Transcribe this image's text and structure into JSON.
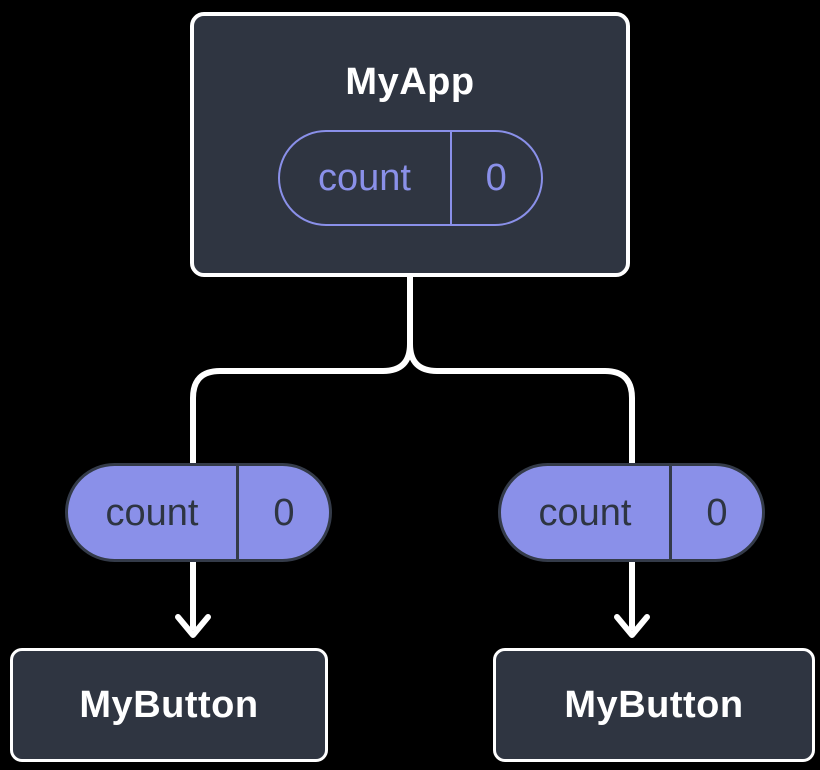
{
  "diagram": {
    "description": "component-tree-state-sharing-diagram",
    "background": "#000000",
    "colors": {
      "node_fill": "#2F3541",
      "node_border": "#FFFFFF",
      "connector_line": "#FFFFFF",
      "accent_purple": "#8A90E9",
      "pill_border_dark": "#343B49",
      "pill_text_dark": "#2E3542"
    },
    "root": {
      "title": "MyApp",
      "state": {
        "name": "count",
        "value": "0"
      }
    },
    "props": [
      {
        "name": "count",
        "value": "0"
      },
      {
        "name": "count",
        "value": "0"
      }
    ],
    "children": [
      {
        "title": "MyButton"
      },
      {
        "title": "MyButton"
      }
    ]
  }
}
